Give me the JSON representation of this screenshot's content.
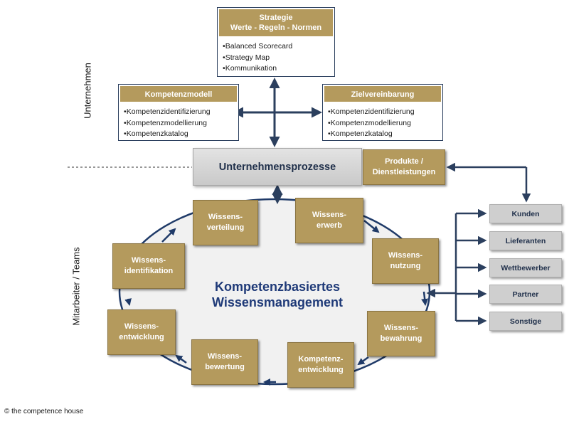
{
  "strategy": {
    "title_line1": "Strategie",
    "title_line2": "Werte -  Regeln - Normen",
    "items": [
      "Balanced Scorecard",
      "Strategy Map",
      "Kommunikation"
    ]
  },
  "kompetenzmodell": {
    "title": "Kompetenzmodell",
    "items": [
      "Kompetenzidentifizierung",
      "Kompetenzmodellierung",
      "Kompetenzkatalog"
    ]
  },
  "zielvereinbarung": {
    "title": "Zielvereinbarung",
    "items": [
      "Kompetenzidentifizierung",
      "Kompetenzmodellierung",
      "Kompetenzkatalog"
    ]
  },
  "labels": {
    "unternehmen": "Unternehmen",
    "mitarbeiter": "Mitarbeiter / Teams"
  },
  "unternehmensprozesse": "Unternehmensprozesse",
  "produkte": "Produkte /\nDienstleistungen",
  "center": {
    "line1": "Kompetenzbasiertes",
    "line2": "Wissensmanagement"
  },
  "cycle": {
    "verteilung": "Wissens-\nverteilung",
    "erwerb": "Wissens-\nerwerb",
    "nutzung": "Wissens-\nnutzung",
    "identifikation": "Wissens-\nidentifikation",
    "entwicklung": "Wissens-\nentwicklung",
    "bewahrung": "Wissens-\nbewahrung",
    "bewertung": "Wissens-\nbewertung",
    "kompetenzentwicklung": "Kompetenz-\nentwicklung"
  },
  "stakeholders": [
    "Kunden",
    "Lieferanten",
    "Wettbewerber",
    "Partner",
    "Sonstige"
  ],
  "copyright": "© the competence house",
  "colors": {
    "gold": "#b49a5d",
    "navy": "#2b3f5e",
    "title_blue": "#1f3a78",
    "gray_box": "#cfcfcf"
  }
}
